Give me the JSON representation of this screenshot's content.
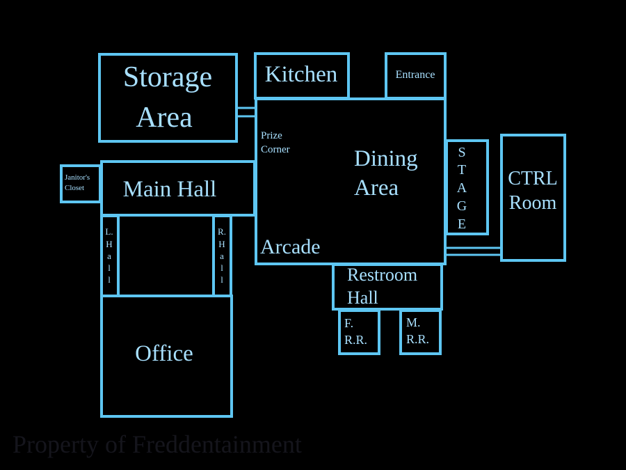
{
  "colors": {
    "background": "#000000",
    "wall": "#5ec6f2",
    "text": "#a8e0ff",
    "watermark": "#15151c"
  },
  "rooms": {
    "storage_area": {
      "line1": "Storage",
      "line2": "Area"
    },
    "kitchen": "Kitchen",
    "entrance": "Entrance",
    "prize_corner": {
      "line1": "Prize",
      "line2": "Corner"
    },
    "dining_area": {
      "line1": "Dining",
      "line2": "Area"
    },
    "arcade": "Arcade",
    "stage": [
      "S",
      "T",
      "A",
      "G",
      "E"
    ],
    "ctrl_room": {
      "line1": "CTRL",
      "line2": "Room"
    },
    "janitors_closet": {
      "line1": "Janitor's",
      "line2": "Closet"
    },
    "main_hall": "Main Hall",
    "left_hall": [
      "L.",
      "H",
      "a",
      "l",
      "l"
    ],
    "right_hall": [
      "R.",
      "H",
      "a",
      "l",
      "l"
    ],
    "office": "Office",
    "restroom_hall": {
      "line1": "Restroom",
      "line2": "Hall"
    },
    "female_restroom": {
      "line1": "F.",
      "line2": "R.R."
    },
    "male_restroom": {
      "line1": "M.",
      "line2": "R.R."
    }
  },
  "watermark": "Property of Freddentainment"
}
